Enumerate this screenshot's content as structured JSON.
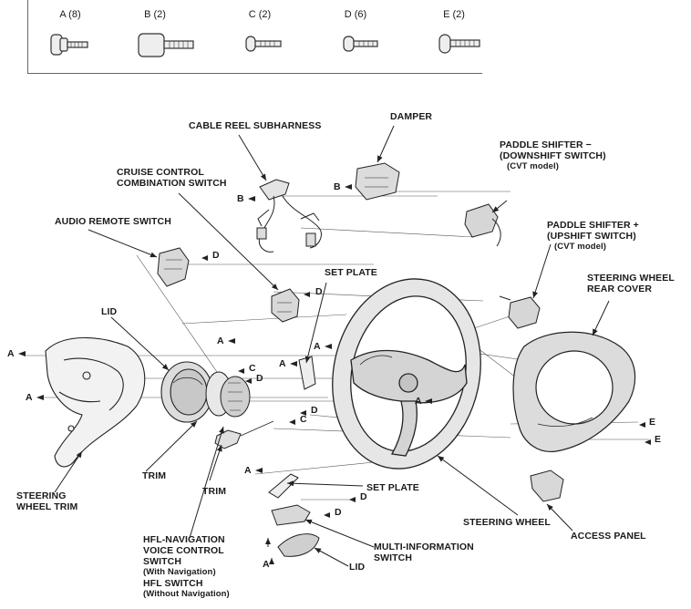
{
  "fasteners": [
    {
      "letter": "A",
      "qty": "A (8)"
    },
    {
      "letter": "B",
      "qty": "B (2)"
    },
    {
      "letter": "C",
      "qty": "C (2)"
    },
    {
      "letter": "D",
      "qty": "D (6)"
    },
    {
      "letter": "E",
      "qty": "E (2)"
    }
  ],
  "parts": {
    "cable_reel": "CABLE REEL SUBHARNESS",
    "damper": "DAMPER",
    "paddle_down_1": "PADDLE SHIFTER −",
    "paddle_down_2": "(DOWNSHIFT SWITCH)",
    "paddle_down_3": "(CVT model)",
    "cruise_1": "CRUISE CONTROL",
    "cruise_2": "COMBINATION SWITCH",
    "audio": "AUDIO REMOTE SWITCH",
    "paddle_up_1": "PADDLE SHIFTER +",
    "paddle_up_2": "(UPSHIFT SWITCH)",
    "paddle_up_3": "(CVT model)",
    "set_plate_top": "SET PLATE",
    "rear_cover_1": "STEERING WHEEL",
    "rear_cover_2": "REAR COVER",
    "lid_top": "LID",
    "trim_1": "TRIM",
    "trim_2": "TRIM",
    "wheel_trim_1": "STEERING",
    "wheel_trim_2": "WHEEL TRIM",
    "set_plate_bottom": "SET PLATE",
    "steering_wheel": "STEERING WHEEL",
    "access_panel": "ACCESS PANEL",
    "hfl_1": "HFL-NAVIGATION",
    "hfl_2": "VOICE CONTROL",
    "hfl_3": "SWITCH",
    "hfl_4": "(With Navigation)",
    "hfl_5": "HFL SWITCH",
    "hfl_6": "(Without Navigation)",
    "multi_1": "MULTI-INFORMATION",
    "multi_2": "SWITCH",
    "lid_bottom": "LID"
  },
  "refs": {
    "b1": "B",
    "b2": "B",
    "d_audio": "D",
    "d_cruise": "D",
    "a_left1": "A",
    "a_left2": "A",
    "a_trim": "A",
    "a_plate": "A",
    "a_wheel1": "A",
    "a_wheel2": "A",
    "c1": "C",
    "d1": "D",
    "c2": "C",
    "d2": "D",
    "a_lower": "A",
    "d3": "D",
    "d4": "D",
    "a_bottom": "A",
    "e1": "E",
    "e2": "E"
  }
}
